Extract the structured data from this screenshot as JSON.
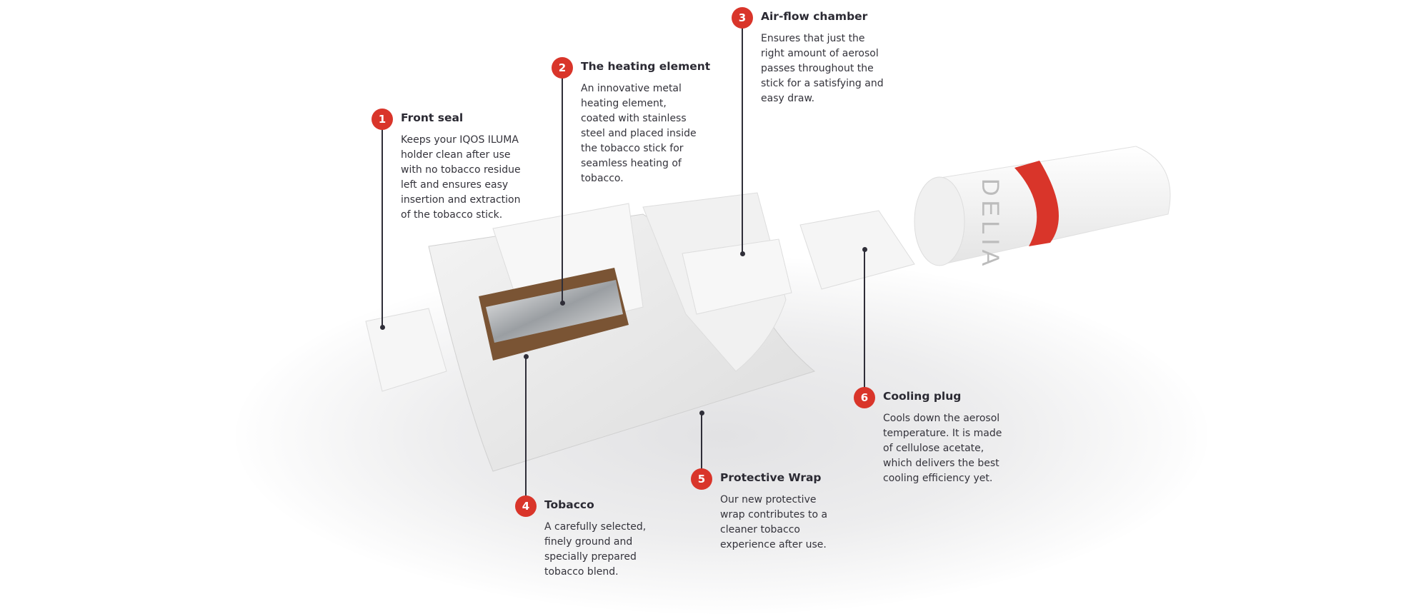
{
  "accent_color": "#d9352a",
  "product_logo_text": "DELIA",
  "callouts": [
    {
      "number": "1",
      "title": "Front seal",
      "description": "Keeps your IQOS ILUMA holder clean after use with no tobacco residue left and ensures easy insertion and extraction of the tobacco stick."
    },
    {
      "number": "2",
      "title": "The heating element",
      "description": "An innovative metal heating element, coated with stainless steel and placed inside the tobacco stick for seamless heating of tobacco."
    },
    {
      "number": "3",
      "title": "Air-flow chamber",
      "description": "Ensures that just the right amount of aerosol passes throughout the stick for a satisfying and easy draw."
    },
    {
      "number": "4",
      "title": "Tobacco",
      "description": "A carefully selected, finely ground and specially prepared tobacco blend."
    },
    {
      "number": "5",
      "title": "Protective Wrap",
      "description": "Our new protective wrap contributes to a cleaner tobacco experience after use."
    },
    {
      "number": "6",
      "title": "Cooling plug",
      "description": "Cools down the aerosol temperature. It is made of cellulose acetate, which delivers the best cooling efficiency yet."
    }
  ]
}
